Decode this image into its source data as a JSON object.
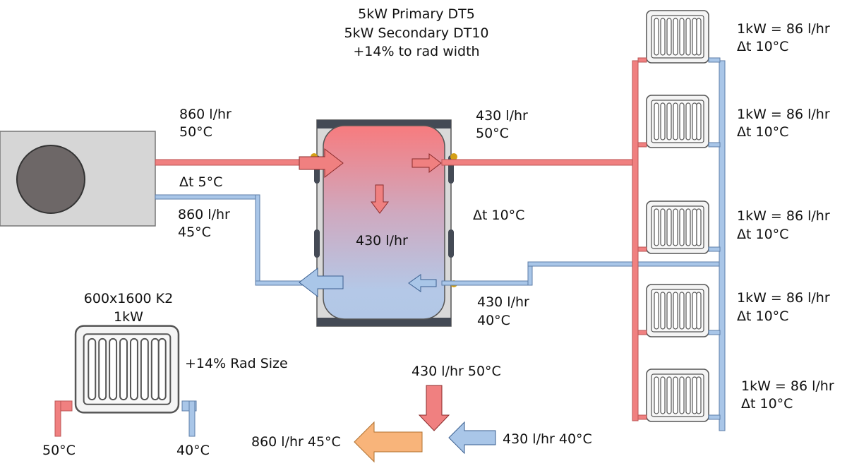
{
  "header": {
    "line1": "5kW Primary DT5",
    "line2": "5kW Secondary DT10",
    "line3": "+14% to rad width"
  },
  "primary_flow": {
    "rate": "860 l/hr",
    "temp": "50°C"
  },
  "primary_delta": "Δt 5°C",
  "primary_return": {
    "rate": "860 l/hr",
    "temp": "45°C"
  },
  "secondary_flow": {
    "rate": "430 l/hr",
    "temp": "50°C"
  },
  "secondary_delta": "Δt 10°C",
  "secondary_return": {
    "rate": "430 l/hr",
    "temp": "40°C"
  },
  "buffer_tank": {
    "internal_flow": "430 l/hr"
  },
  "radiators": [
    {
      "load": "1kW = 86 l/hr",
      "delta": "Δt 10°C"
    },
    {
      "load": "1kW = 86 l/hr",
      "delta": "Δt 10°C"
    },
    {
      "load": "1kW = 86 l/hr",
      "delta": "Δt 10°C"
    },
    {
      "load": "1kW = 86 l/hr",
      "delta": "Δt 10°C"
    },
    {
      "load": "1kW = 86 l/hr",
      "delta": "Δt 10°C"
    }
  ],
  "example_radiator": {
    "model": "600x1600 K2",
    "output": "1kW",
    "size_note": "+14% Rad Size",
    "flow_temp": "50°C",
    "return_temp": "40°C"
  },
  "mixing": {
    "hot_in": "430 l/hr 50°C",
    "cold_in": "430 l/hr 40°C",
    "mixed_out": "860 l/hr 45°C"
  },
  "colors": {
    "hot_pipe": "#f08080",
    "cold_pipe": "#a9c6e8",
    "mixed": "#f8b47a",
    "unit_grey": "#d6d6d6",
    "fan": "#6d6767",
    "tank_dark": "#444a55"
  }
}
